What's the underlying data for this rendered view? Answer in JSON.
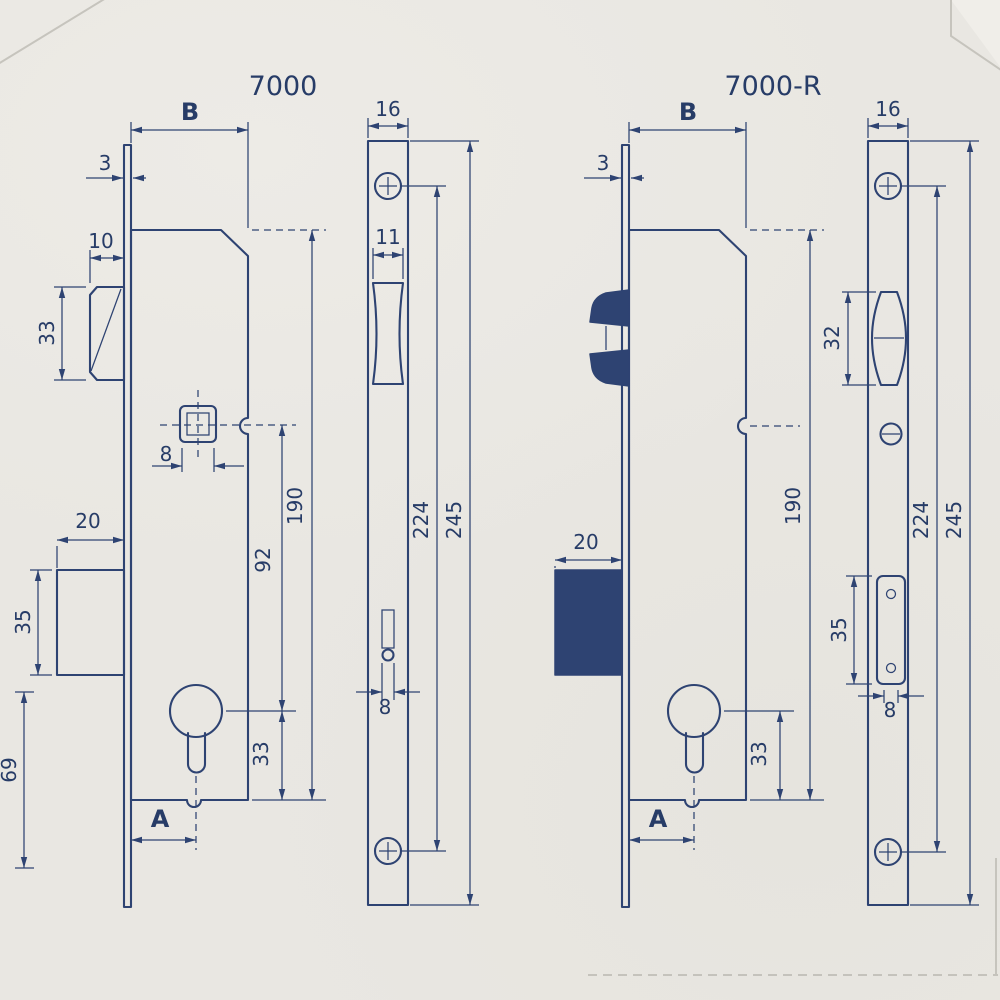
{
  "meta": {
    "ink_color": "#2e4372",
    "paper_color": "#e9e7e2",
    "description": "Technical dimension drawing of two narrow mortise locks"
  },
  "left": {
    "title": "7000",
    "dims": {
      "b": "B",
      "faceplate_thickness": "3",
      "latch_depth": "10",
      "latch_height": "33",
      "spindle_square": "8",
      "bolt_throw": "20",
      "bolt_height": "35",
      "bottom_distance": "69",
      "centers_distance": "92",
      "case_length": "190",
      "cylinder_bottom": "33",
      "backset": "A",
      "plate_width": "16",
      "latch_opening_width": "11",
      "hole_diameter": "8",
      "screw_centers": "224",
      "plate_length": "245"
    }
  },
  "right": {
    "title": "7000-R",
    "dims": {
      "b": "B",
      "faceplate_thickness": "3",
      "bolt_throw": "20",
      "case_length": "190",
      "cylinder_bottom": "33",
      "backset": "A",
      "plate_width": "16",
      "roller_height": "32",
      "cover_plate_height": "35",
      "hole_diameter": "8",
      "screw_centers": "224",
      "plate_length": "245"
    }
  }
}
